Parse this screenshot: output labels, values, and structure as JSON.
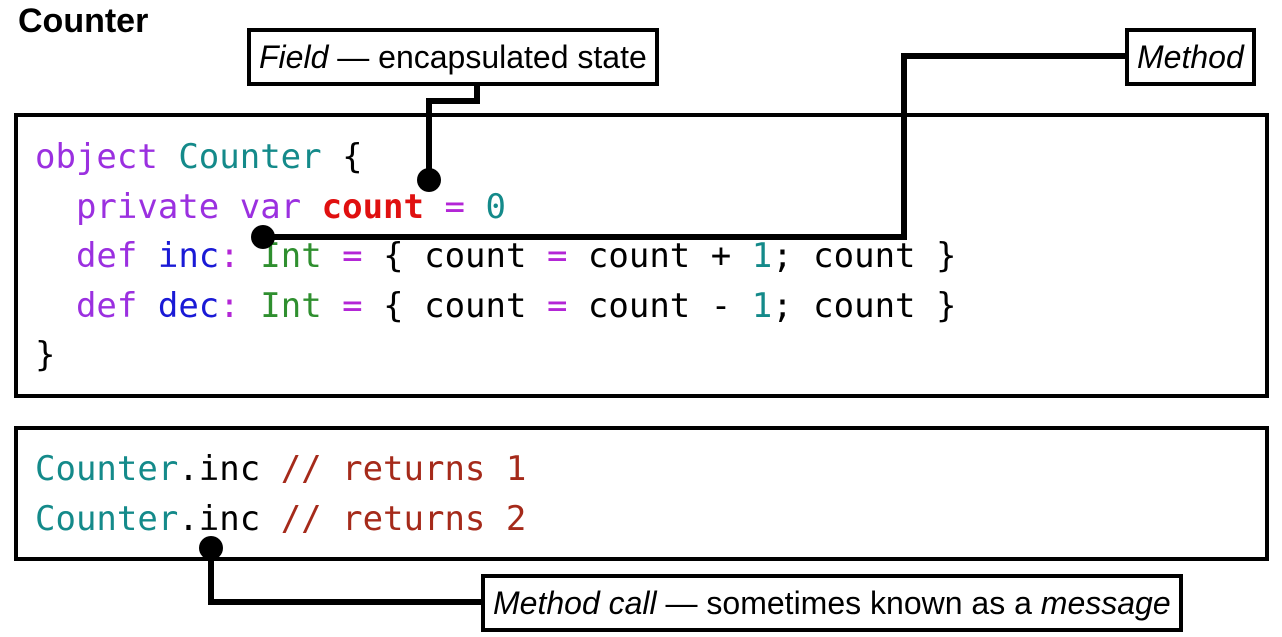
{
  "title": "Counter",
  "labels": {
    "field": {
      "term": "Field",
      "dash": " — ",
      "text": "encapsulated state"
    },
    "method": {
      "term": "Method"
    },
    "method_call": {
      "term": "Method call",
      "dash": " — ",
      "text": "sometimes known as a ",
      "term2": "message"
    }
  },
  "code_definition": {
    "line1": {
      "kw": "object",
      "name": "Counter",
      "brace": "{"
    },
    "line2": {
      "kw1": "private",
      "kw2": "var",
      "field": "count",
      "op": "=",
      "num": "0"
    },
    "line3": {
      "kw": "def",
      "name": "inc",
      "colon": ":",
      "type": "Int",
      "op": "=",
      "lbrace": "{",
      "v1": "count",
      "eq": "=",
      "v2": "count",
      "plus": "+",
      "num": "1",
      "semi": ";",
      "v3": "count",
      "rbrace": "}"
    },
    "line4": {
      "kw": "def",
      "name": "dec",
      "colon": ":",
      "type": "Int",
      "op": "=",
      "lbrace": "{",
      "v1": "count",
      "eq": "=",
      "v2": "count",
      "minus": "-",
      "num": "1",
      "semi": ";",
      "v3": "count",
      "rbrace": "}"
    },
    "line5": {
      "brace": "}"
    }
  },
  "code_usage": [
    {
      "obj": "Counter",
      "dot": ".",
      "method": "inc",
      "comment": "// returns 1"
    },
    {
      "obj": "Counter",
      "dot": ".",
      "method": "inc",
      "comment": "// returns 2"
    }
  ]
}
